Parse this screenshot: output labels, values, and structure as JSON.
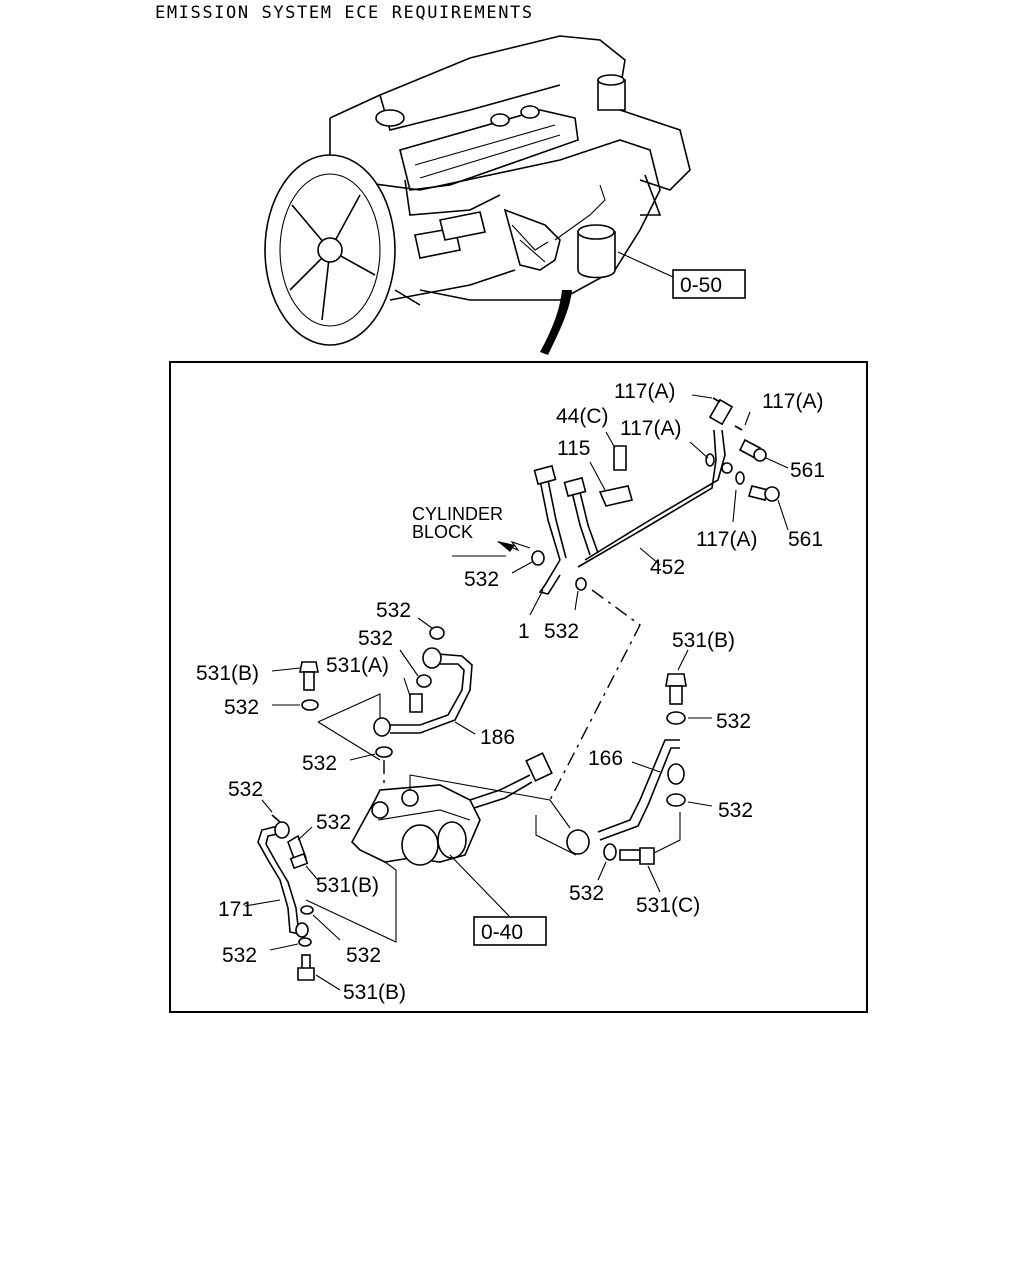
{
  "title": "EMISSION SYSTEM ECE REQUIREMENTS",
  "refs": {
    "engine_ref": "0-50",
    "pump_ref": "0-40"
  },
  "labels": {
    "p117a_top": "117(A)",
    "p117a_right": "117(A)",
    "p117a_mid": "117(A)",
    "p117a_lower": "117(A)",
    "p44c": "44(C)",
    "p115": "115",
    "p561_upper": "561",
    "p561_lower": "561",
    "cylinder": "CYLINDER",
    "block": "BLOCK",
    "p452": "452",
    "p532_a": "532",
    "p1": "1",
    "p532_b": "532",
    "p532_c": "532",
    "p532_d": "532",
    "p531a": "531(A)",
    "p531b_left": "531(B)",
    "p532_e": "532",
    "p186": "186",
    "p532_f": "532",
    "p531b_right": "531(B)",
    "p532_g": "532",
    "p166": "166",
    "p532_h": "532",
    "p532_i": "532",
    "p532_j": "532",
    "p531b_mid": "531(B)",
    "p171": "171",
    "p532_k": "532",
    "p532_l": "532",
    "p531b_bottom": "531(B)",
    "p532_m": "532",
    "p531c": "531(C)"
  }
}
